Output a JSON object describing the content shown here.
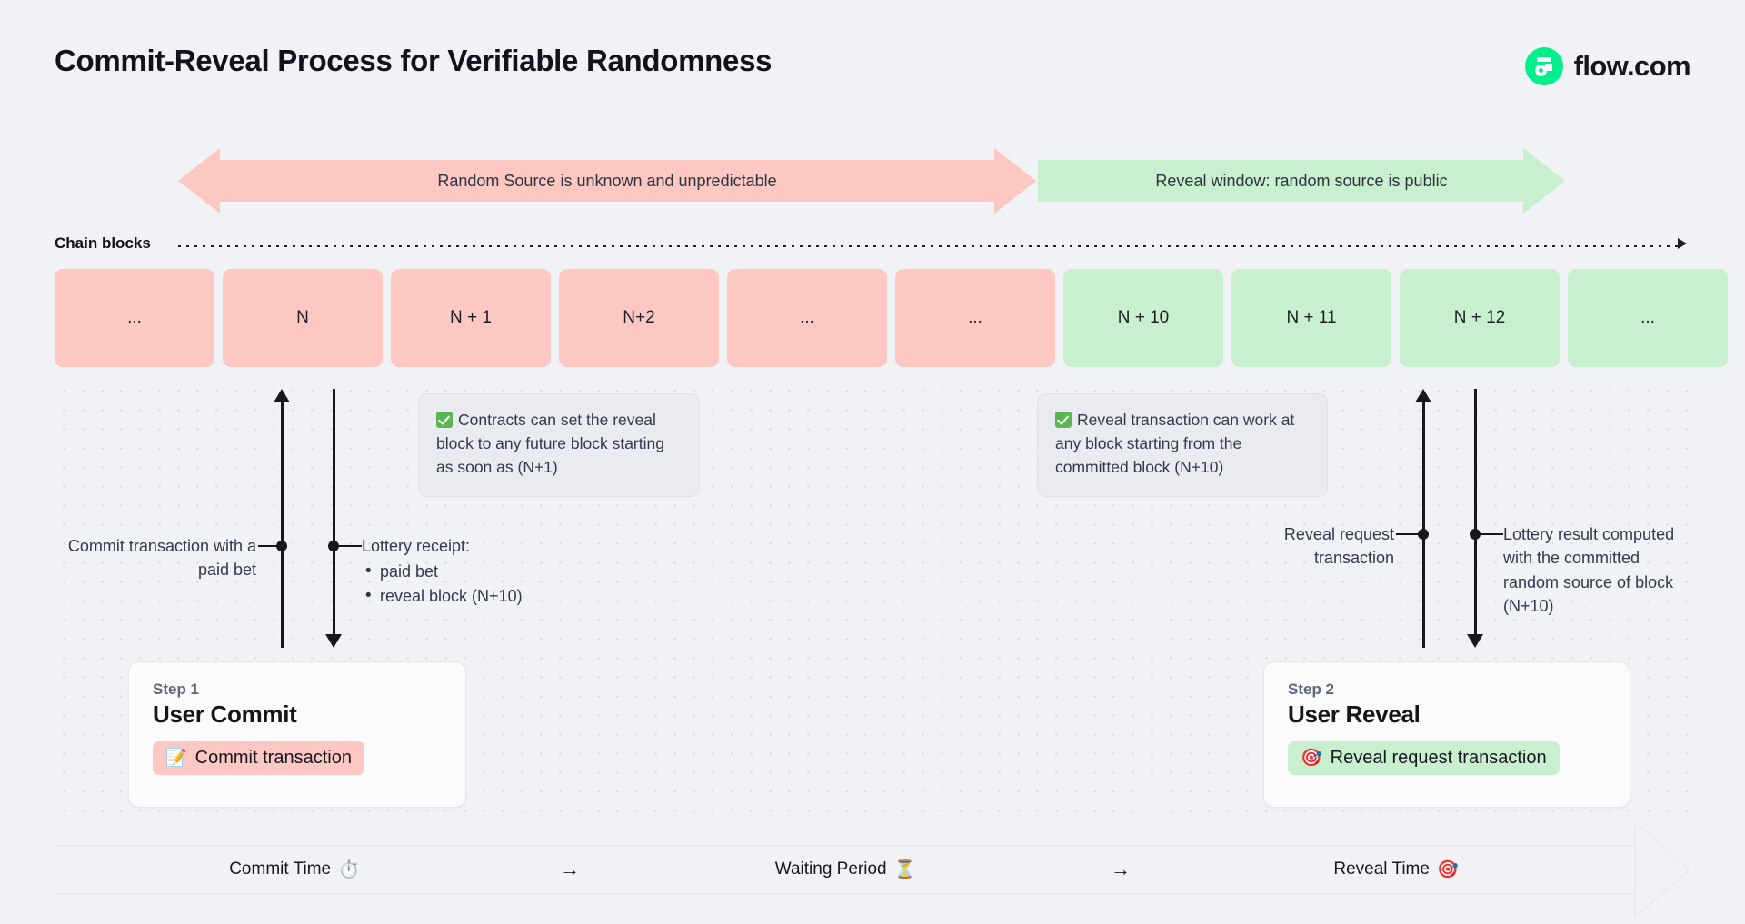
{
  "header": {
    "title": "Commit-Reveal Process for Verifiable Randomness",
    "brand_name": "flow.com",
    "brand_color": "#00ef8b"
  },
  "phase_banners": [
    {
      "label": "Random Source is unknown and unpredictable",
      "color": "#fcc8c1",
      "direction": "double"
    },
    {
      "label": "Reveal window: random source is public",
      "color": "#c9f0ce",
      "direction": "right"
    }
  ],
  "chain": {
    "label": "Chain blocks",
    "blocks": [
      {
        "label": "...",
        "state": "pink"
      },
      {
        "label": "N",
        "state": "pink"
      },
      {
        "label": "N + 1",
        "state": "pink"
      },
      {
        "label": "N+2",
        "state": "pink"
      },
      {
        "label": "...",
        "state": "pink"
      },
      {
        "label": "...",
        "state": "pink"
      },
      {
        "label": "N + 10",
        "state": "green"
      },
      {
        "label": "N + 11",
        "state": "green"
      },
      {
        "label": "N + 12",
        "state": "green"
      },
      {
        "label": "...",
        "state": "green"
      }
    ]
  },
  "callouts": {
    "commit_note": "Contracts can set the reveal block to any future block starting as soon as (N+1)",
    "reveal_note": "Reveal transaction can work at any block starting from the committed block (N+10)"
  },
  "annotations": {
    "commit_tx": "Commit transaction with a paid bet",
    "receipt_title": "Lottery receipt:",
    "receipt_items": [
      "paid bet",
      "reveal block (N+10)"
    ],
    "reveal_request": "Reveal request transaction",
    "lottery_result": "Lottery result computed with the committed random source of block (N+10)"
  },
  "steps": [
    {
      "kicker": "Step 1",
      "title": "User Commit",
      "chip_label": "Commit transaction",
      "chip_emoji": "📝",
      "chip_color": "#fcc8c1"
    },
    {
      "kicker": "Step 2",
      "title": "User Reveal",
      "chip_label": "Reveal request transaction",
      "chip_emoji": "🎯",
      "chip_color": "#c9f0ce"
    }
  ],
  "timeline": {
    "segments": [
      {
        "label": "Commit Time",
        "emoji": "⏱️"
      },
      {
        "label": "Waiting Period",
        "emoji": "⏳"
      },
      {
        "label": "Reveal Time",
        "emoji": "🎯"
      }
    ],
    "separator": "→"
  }
}
